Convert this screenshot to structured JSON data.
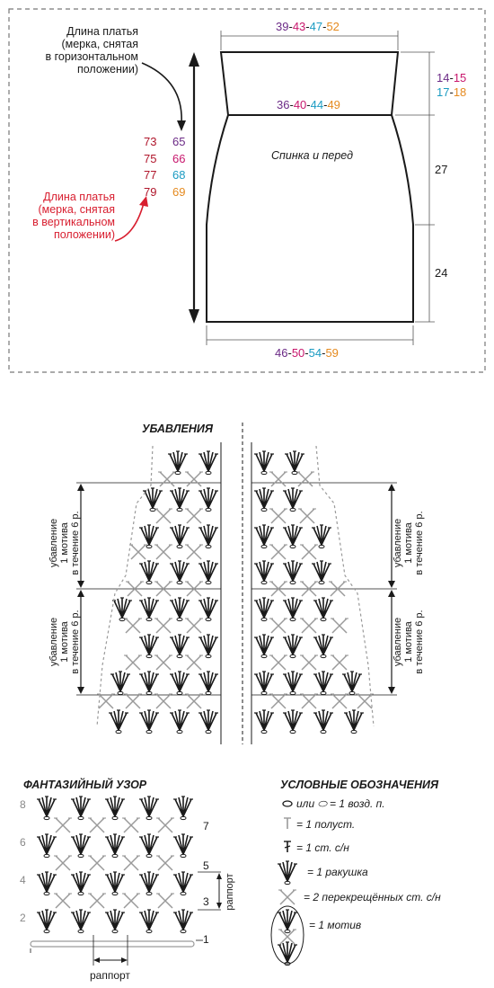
{
  "colors": {
    "size1": "#6b2a86",
    "size2": "#c8176d",
    "size3": "#1b9bc2",
    "size4": "#e58a1f",
    "dark_red": "#b0162b",
    "accent_red": "#d81e2f",
    "black": "#1a1a1a",
    "grey": "#9a9a9a"
  },
  "schematic": {
    "top_width": [
      "39",
      "43",
      "47",
      "52"
    ],
    "waist_width": [
      "36",
      "40",
      "44",
      "49"
    ],
    "bottom_width": [
      "46",
      "50",
      "54",
      "59"
    ],
    "yoke_height": [
      "14",
      "15",
      "17",
      "18"
    ],
    "upper_height": "27",
    "lower_height": "24",
    "piece_label": "Спинка и перед",
    "note_horizontal": [
      "Длина платья",
      "(мерка, снятая",
      "в горизонтальном",
      "положении)"
    ],
    "note_vertical": [
      "Длина платья",
      "(мерка, снятая",
      "в вертикальном",
      "положении)"
    ],
    "lengths_left": [
      "73",
      "75",
      "77",
      "79"
    ],
    "lengths_right": [
      "65",
      "66",
      "68",
      "69"
    ]
  },
  "decreases": {
    "title": "УБАВЛЕНИЯ",
    "label_lines": [
      "убавление",
      "1 мотива",
      "в течение 6 р."
    ]
  },
  "pattern": {
    "title": "ФАНТАЗИЙНЫЙ УЗОР",
    "rows_left": [
      "8",
      "6",
      "4",
      "2"
    ],
    "rows_right": [
      "7",
      "5",
      "3",
      "1"
    ],
    "repeat_label": "раппорт",
    "repeat_vertical": "раппорт"
  },
  "legend": {
    "title": "УСЛОВНЫЕ ОБОЗНАЧЕНИЯ",
    "items": [
      {
        "icon": "chain-stitch-icon",
        "text": "или ⬭ = 1 возд. п."
      },
      {
        "icon": "slip-stitch-icon",
        "text": "= 1 полуст."
      },
      {
        "icon": "single-crochet-icon",
        "text": "= 1 ст. с/н"
      },
      {
        "icon": "shell-icon",
        "text": "= 1 ракушка"
      },
      {
        "icon": "crossed-stitches-icon",
        "text": "= 2 перекрещённых ст. с/н"
      },
      {
        "icon": "motif-icon",
        "text": "= 1 мотив"
      }
    ]
  }
}
